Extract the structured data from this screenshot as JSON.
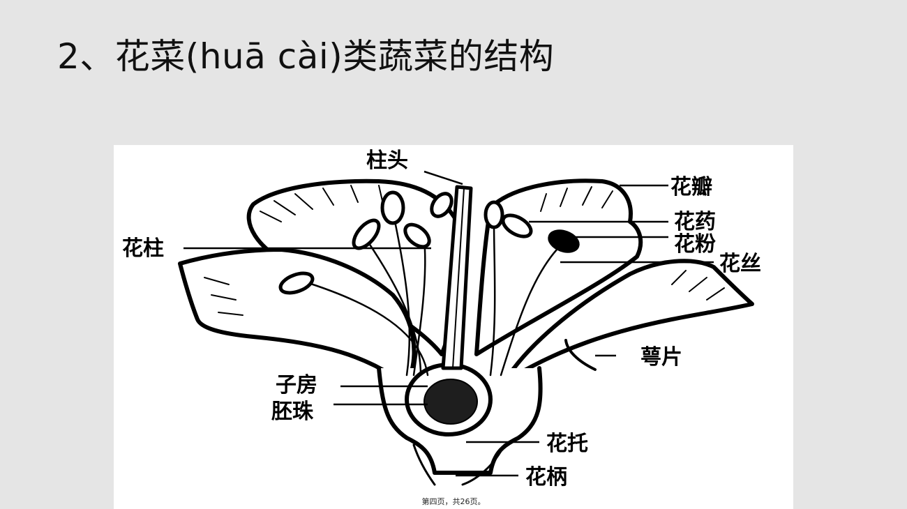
{
  "slide": {
    "title": "2、花菜(huā  cài)类蔬菜的结构",
    "page_number": "第四页，共26页。"
  },
  "diagram": {
    "labels": {
      "stigma": "柱头",
      "petal": "花瓣",
      "anther": "花药",
      "pollen": "花粉",
      "filament": "花丝",
      "style": "花柱",
      "sepal": "萼片",
      "ovary": "子房",
      "ovule": "胚珠",
      "receptacle": "花托",
      "pedicel": "花柄"
    }
  }
}
